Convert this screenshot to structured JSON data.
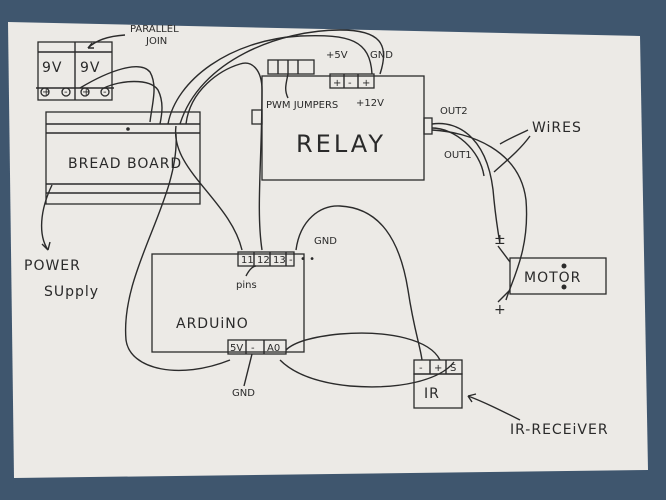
{
  "labels": {
    "parallel_join_1": "PARALLEL",
    "parallel_join_2": "JOIN",
    "battery_left": "9V",
    "battery_right": "9V",
    "breadboard": "BREAD BOARD",
    "power_supply_1": "POWER",
    "power_supply_2": "SUpply",
    "relay": "RELAY",
    "relay_5v": "+5V",
    "relay_gnd": "GND",
    "relay_12v": "+12V",
    "pwm_jumpers": "PWM JUMPERS",
    "out1": "OUT1",
    "out2": "OUT2",
    "wires": "WiRES",
    "motor": "MOTOR",
    "motor_top_sign": "±",
    "motor_bottom_sign": "+",
    "arduino": "ARDUiNO",
    "pin11": "11",
    "pin12": "12",
    "pin13": "13",
    "pins": "pins",
    "arduino_gnd_top": "GND",
    "arduino_5v": "5V",
    "arduino_a0": "A0",
    "arduino_gnd_bottom": "GND",
    "ir": "IR",
    "ir_minus": "-",
    "ir_plus": "+",
    "ir_s": "S",
    "ir_receiver": "IR-RECEiVER",
    "minus": "-",
    "plus": "+"
  },
  "colors": {
    "paper": "#eceae6",
    "ink": "#2b2b2b",
    "backdrop": "#3f566e"
  }
}
